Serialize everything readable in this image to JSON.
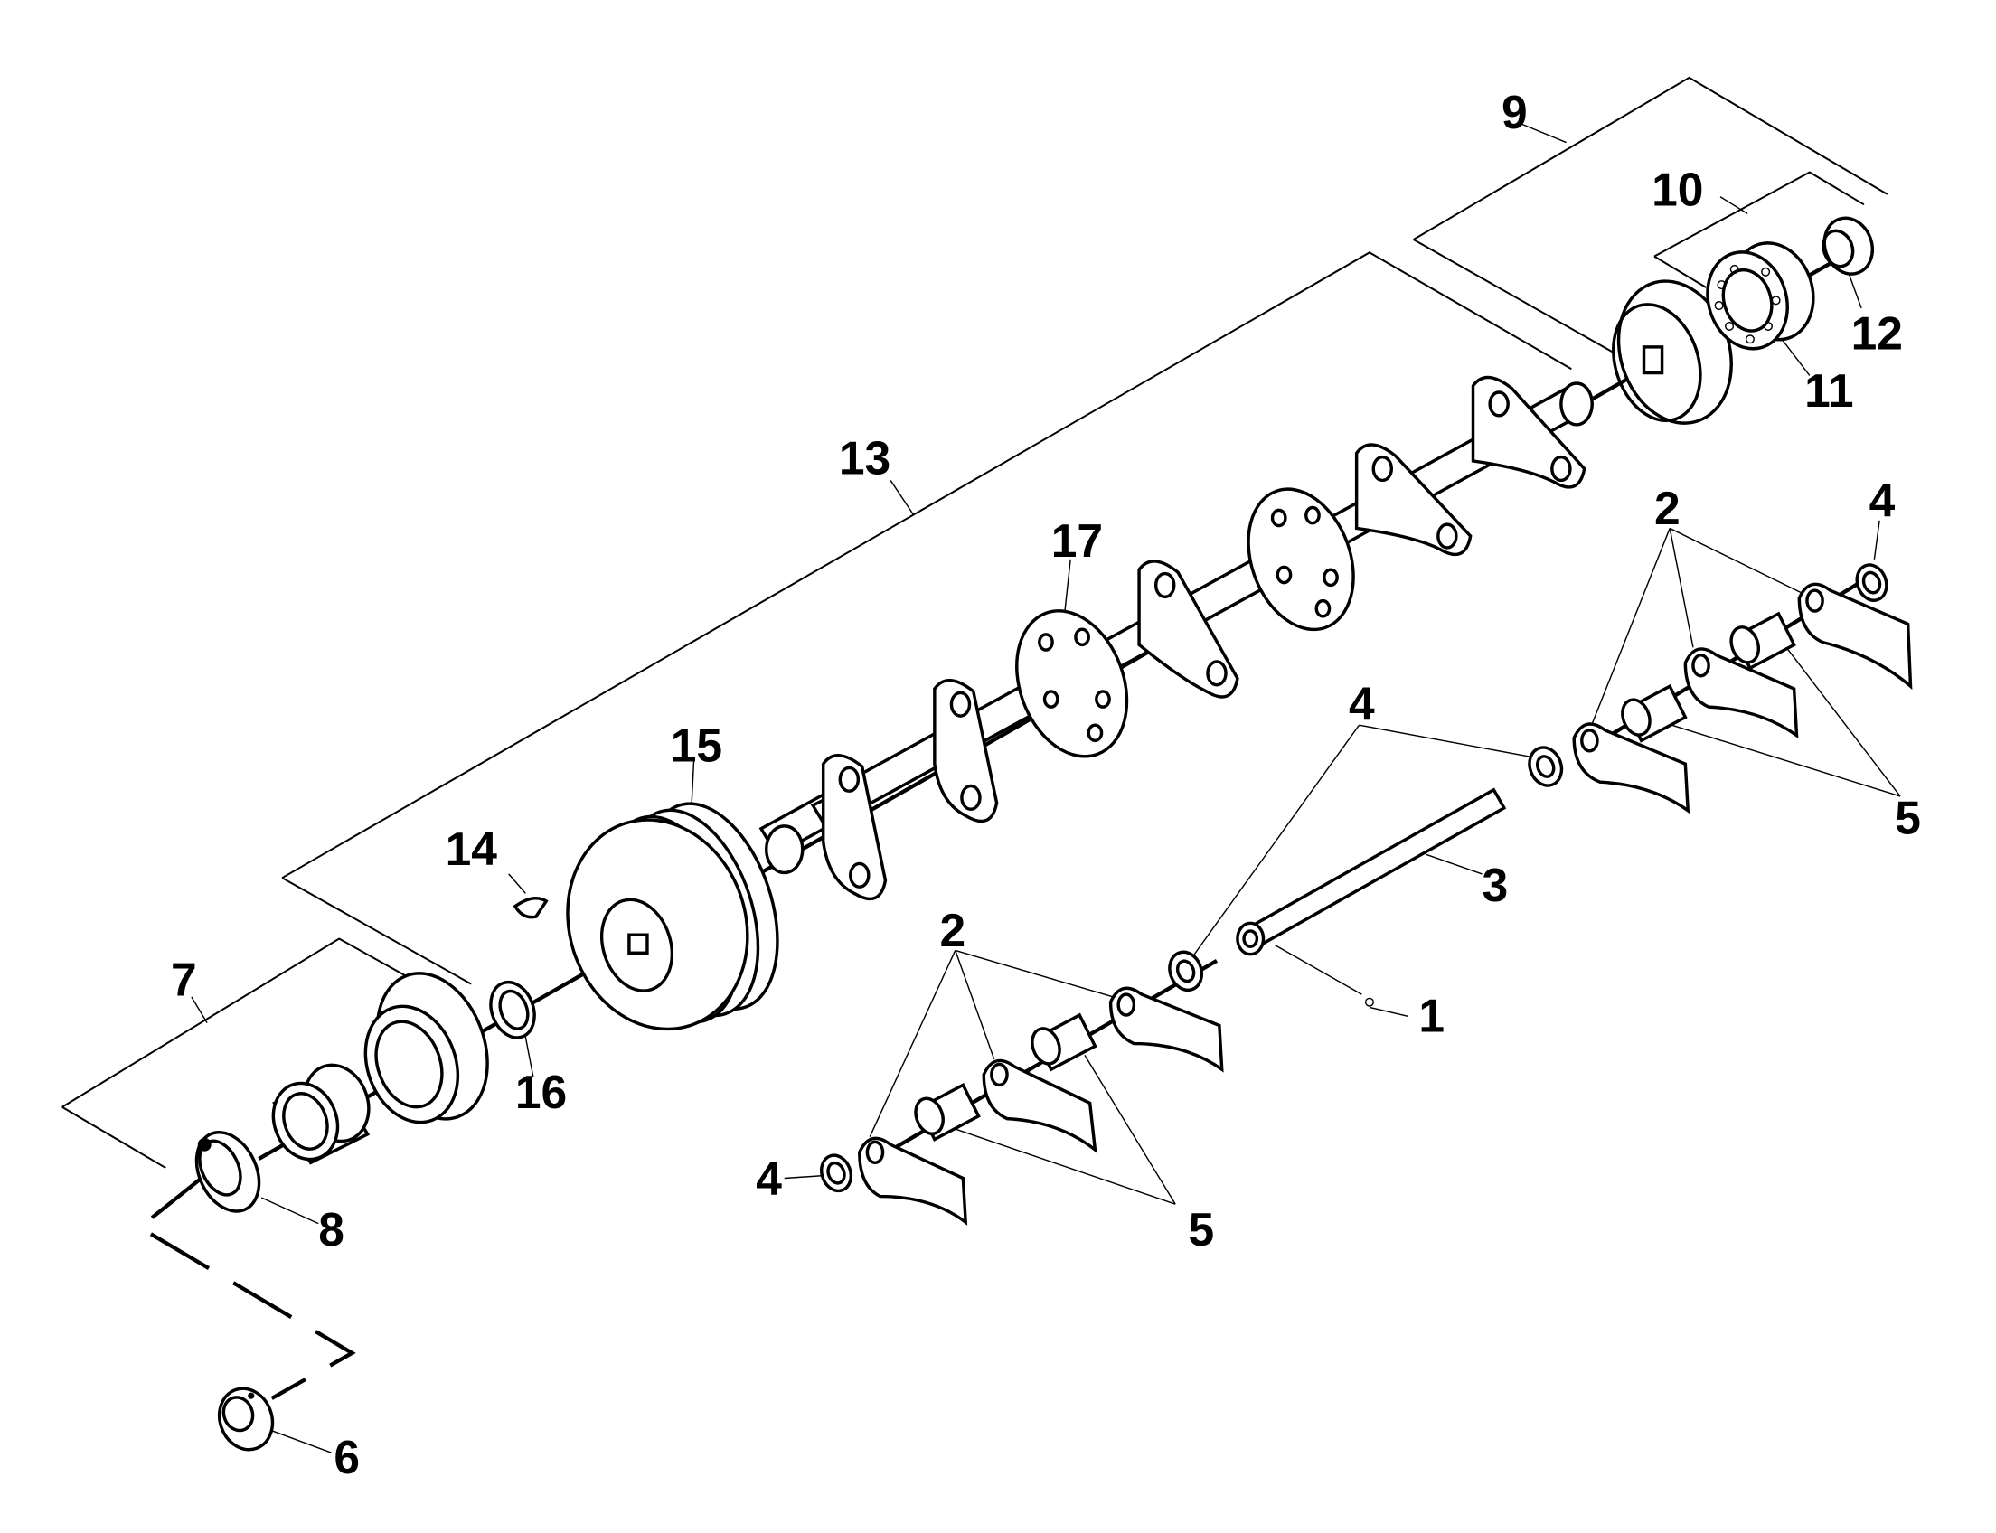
{
  "diagram": {
    "callouts": {
      "c1": "1",
      "c2a": "2",
      "c2b": "2",
      "c3": "3",
      "c4a": "4",
      "c4b": "4",
      "c4c": "4",
      "c5a": "5",
      "c5b": "5",
      "c6": "6",
      "c7": "7",
      "c8": "8",
      "c9": "9",
      "c10": "10",
      "c11": "11",
      "c12": "12",
      "c13": "13",
      "c14": "14",
      "c15": "15",
      "c16": "16",
      "c17": "17"
    }
  }
}
